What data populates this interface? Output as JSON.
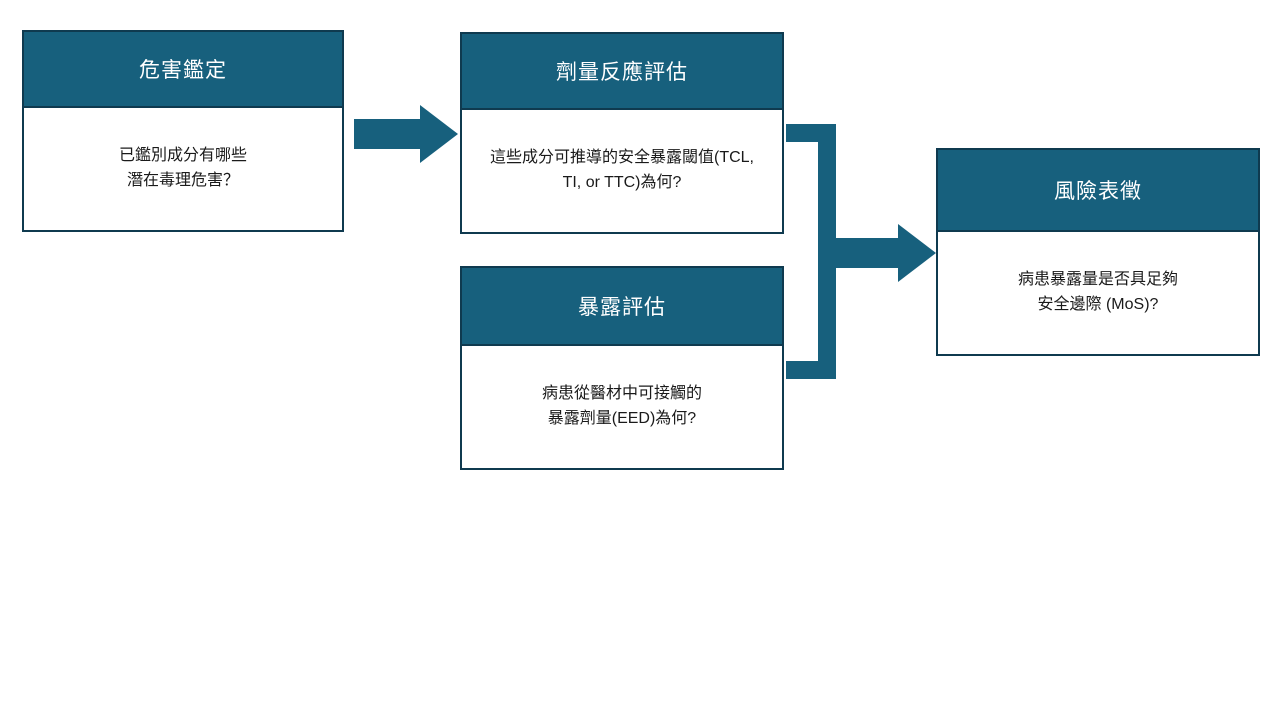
{
  "colors": {
    "accent": "#17607d",
    "border": "#0f3a4f",
    "header-text": "#ffffff",
    "body-text": "#1a1a1a"
  },
  "diagram": {
    "boxes": [
      {
        "title": "危害鑑定",
        "body": "已鑑別成分有哪些\n潛在毒理危害？"
      },
      {
        "title": "劑量反應評估",
        "body": "這些成分可推導的安全暴露閾值(TCL,\nTI, or TTC)為何?"
      },
      {
        "title": "暴露評估",
        "body": "病患從醫材中可接觸的\n暴露劑量(EED)為何?"
      },
      {
        "title": "風險表徵",
        "body": "病患暴露量是否具足夠\n安全邊際 (MoS)?"
      }
    ]
  }
}
